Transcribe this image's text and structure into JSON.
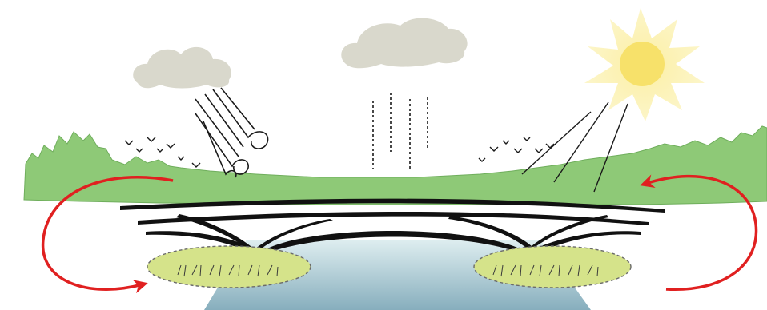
{
  "diagram": {
    "elements": {
      "cloud_left": "cloud",
      "cloud_center": "cloud",
      "sun": "sun",
      "wind": "wind-icon",
      "rain": "rain",
      "sunlight": "sun-rays",
      "birds": "birds",
      "tree_line": "vegetation",
      "bridge": "bridge",
      "river": "river",
      "grass_patch_left": "grass",
      "grass_patch_right": "grass",
      "arrow_left": "circular-arrow",
      "arrow_right": "circular-arrow"
    },
    "colors": {
      "sky": "#ffffff",
      "cloud": "#d9d8cc",
      "sun_outer": "#fbefa4",
      "sun_core": "#f7e16a",
      "vegetation": "#8ec977",
      "vegetation_edge": "#6fae5c",
      "bridge": "#111111",
      "river_top": "#dfeef0",
      "river_bottom": "#87aebd",
      "grass_patch": "#d5e38a",
      "arrow": "#e02020",
      "line": "#1a1a1a"
    }
  }
}
